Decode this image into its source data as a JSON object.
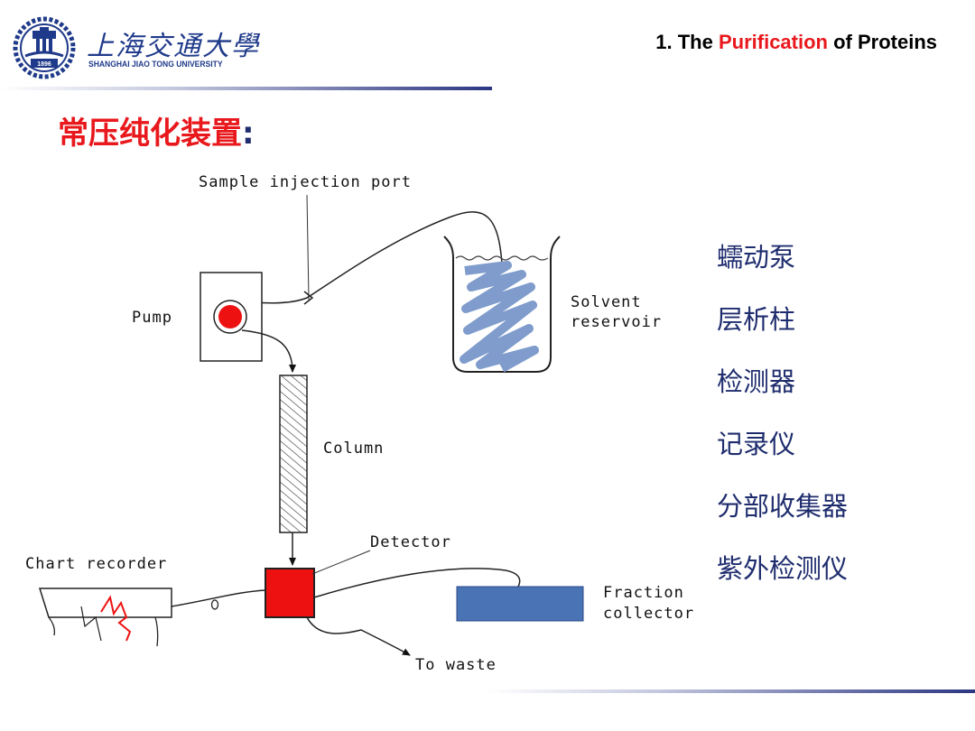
{
  "header": {
    "logo": {
      "name_cn": "上海交通大學",
      "name_en": "SHANGHAI JIAO TONG UNIVERSITY",
      "seal_year": "1896"
    },
    "title_prefix": "1. The ",
    "title_highlight": "Purification",
    "title_suffix": " of Proteins"
  },
  "slide": {
    "heading": "常压纯化装置",
    "heading_colon": ":"
  },
  "diagram": {
    "labels": {
      "sample_injection_port": "Sample injection port",
      "pump": "Pump",
      "solvent_reservoir_1": "Solvent",
      "solvent_reservoir_2": "reservoir",
      "column": "Column",
      "detector": "Detector",
      "chart_recorder": "Chart recorder",
      "fraction_collector_1": "Fraction",
      "fraction_collector_2": "collector",
      "to_waste": "To waste"
    }
  },
  "parts_list": [
    "蠕动泵",
    "层析柱",
    "检测器",
    "记录仪",
    "分部收集器",
    "紫外检测仪"
  ],
  "colors": {
    "red_accent": "#e8181c",
    "navy_text": "#1f2d6e",
    "solvent_blue": "#7f9ccc",
    "collector_blue": "#4a73b5",
    "rule_dark": "#2c3682"
  }
}
